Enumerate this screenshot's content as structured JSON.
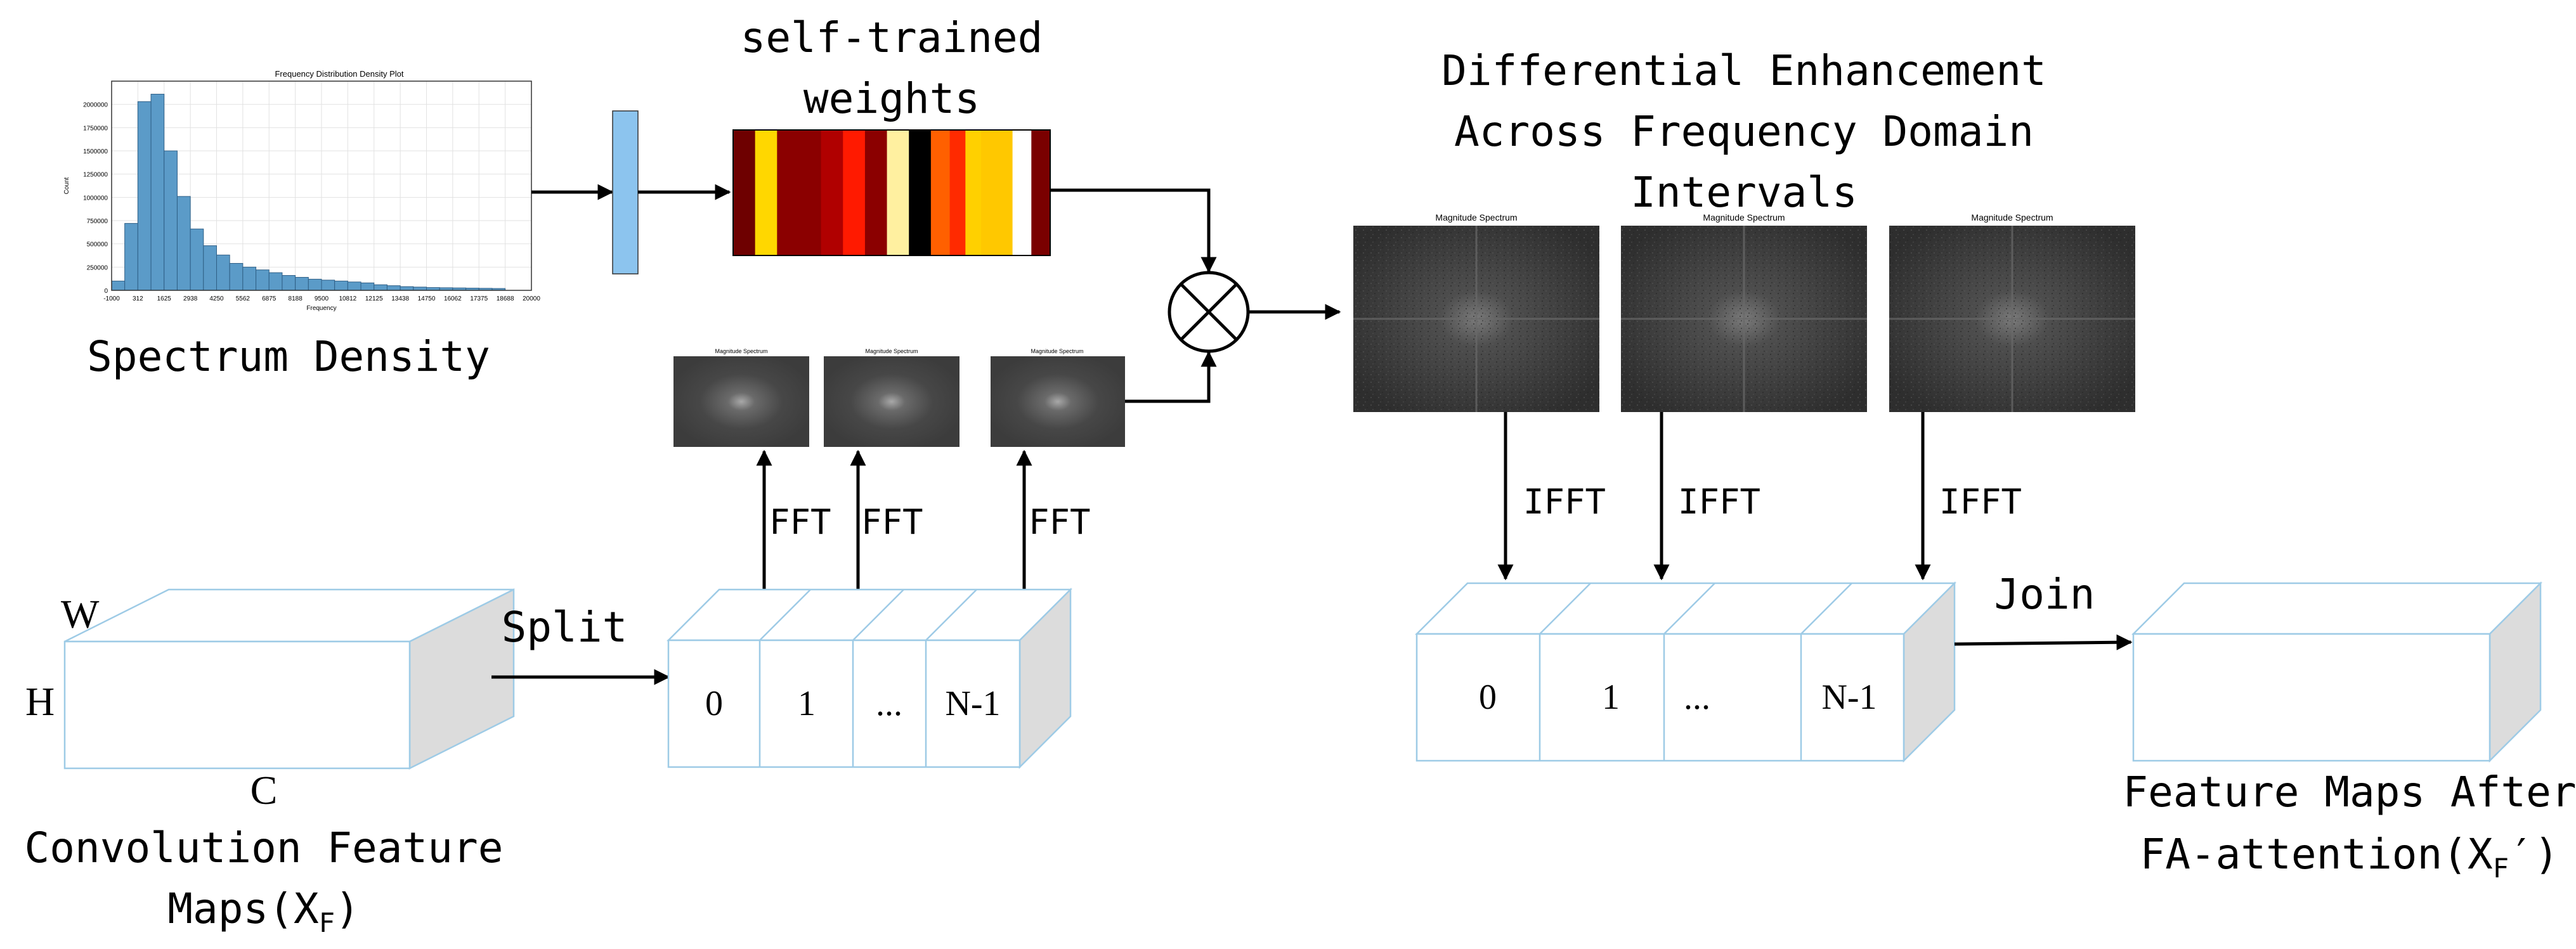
{
  "spectrum_density": {
    "plot_title": "Frequency Distribution Density Plot",
    "xlabel": "Frequency",
    "ylabel": "Count",
    "caption": "Spectrum Density",
    "colors": {
      "bar_fill": "#5b9bc8",
      "bar_edge": "#2f5f86"
    },
    "chart_data": {
      "type": "bar",
      "title": "Frequency Distribution Density Plot",
      "xlabel": "Frequency",
      "ylabel": "Count",
      "x_ticks": [
        "-1000",
        "312",
        "1625",
        "2938",
        "4250",
        "5562",
        "6875",
        "8188",
        "9500",
        "10812",
        "12125",
        "13438",
        "14750",
        "16062",
        "17375",
        "18688",
        "20000"
      ],
      "y_ticks": [
        "0",
        "250000",
        "500000",
        "750000",
        "1000000",
        "1250000",
        "1500000",
        "1750000",
        "2000000"
      ],
      "ylim": [
        0,
        2250000
      ],
      "x_range": [
        -1000,
        20000
      ],
      "bin_edges": [
        -1000,
        -344,
        312,
        969,
        1625,
        2282,
        2938,
        3594,
        4250,
        4906,
        5562,
        6219,
        6875,
        7531,
        8188,
        8844,
        9500,
        10156,
        10812,
        11469,
        12125,
        12781,
        13438,
        14094,
        14750,
        15406,
        16062,
        16719,
        17375,
        18032,
        18688
      ],
      "values": [
        100000,
        720000,
        2030000,
        2110000,
        1500000,
        1010000,
        660000,
        480000,
        380000,
        290000,
        250000,
        220000,
        190000,
        160000,
        140000,
        120000,
        110000,
        100000,
        90000,
        80000,
        60000,
        50000,
        40000,
        35000,
        30000,
        28000,
        26000,
        24000,
        22000,
        20000
      ],
      "grid": true
    }
  },
  "weights": {
    "title_line1": "self-trained",
    "title_line2": "weights",
    "stripes": [
      {
        "w": 0.07,
        "color": "#6e0000"
      },
      {
        "w": 0.07,
        "color": "#ffd700"
      },
      {
        "w": 0.04,
        "color": "#8b0000"
      },
      {
        "w": 0.1,
        "color": "#8b0000"
      },
      {
        "w": 0.07,
        "color": "#b00000"
      },
      {
        "w": 0.07,
        "color": "#ff1a00"
      },
      {
        "w": 0.07,
        "color": "#8b0000"
      },
      {
        "w": 0.07,
        "color": "#fff0a0"
      },
      {
        "w": 0.07,
        "color": "#000000"
      },
      {
        "w": 0.06,
        "color": "#ff6000"
      },
      {
        "w": 0.05,
        "color": "#ff2a00"
      },
      {
        "w": 0.05,
        "color": "#ffd000"
      },
      {
        "w": 0.1,
        "color": "#ffc800"
      },
      {
        "w": 0.06,
        "color": "#ffffff"
      },
      {
        "w": 0.06,
        "color": "#7a0000"
      }
    ]
  },
  "small_spectra": {
    "title": "Magnitude Spectrum",
    "count": 3
  },
  "large_spectra": {
    "title": "Magnitude Spectrum",
    "count": 3
  },
  "enhancement_title": {
    "line1": "Differential Enhancement",
    "line2": "Across Frequency Domain",
    "line3": "Intervals"
  },
  "labels": {
    "fft": "FFT",
    "ifft": "IFFT",
    "split": "Split",
    "join": "Join",
    "multiply": "⊗"
  },
  "conv_block": {
    "w_label": "W",
    "h_label": "H",
    "c_label": "C",
    "caption_line1": "Convolution Feature",
    "caption_line2_pre": "Maps(X",
    "caption_line2_sub": "F",
    "caption_line2_post": ")"
  },
  "split_block": {
    "cells": [
      "0",
      "1",
      "...",
      "N-1"
    ]
  },
  "joined_block": {
    "cells": [
      "0",
      "1",
      "...",
      "N-1"
    ]
  },
  "output_block": {
    "caption_line1": "Feature Maps After",
    "caption_line2_pre": "FA-attention(X",
    "caption_line2_sub": "F",
    "caption_line2_post": "′)"
  },
  "colors": {
    "box_edge": "#9ecbe6",
    "side_face": "#dcdcdc",
    "spectrum_bg": "#3a3a3a",
    "arrow": "#000000",
    "bar_blue": "#8cc4ee"
  }
}
